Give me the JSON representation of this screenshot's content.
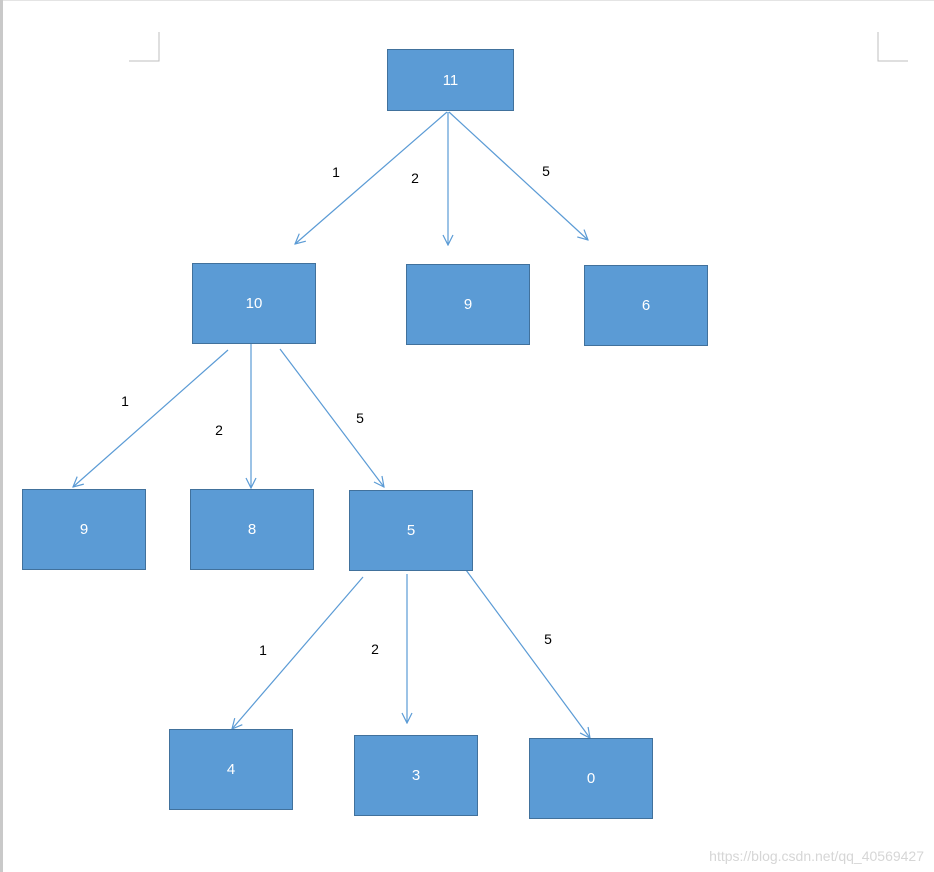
{
  "nodes": {
    "root": "11",
    "n10": "10",
    "n9a": "9",
    "n6": "6",
    "n9b": "9",
    "n8": "8",
    "n5": "5",
    "n4": "4",
    "n3": "3",
    "n0": "0"
  },
  "edge_labels": {
    "root_to_10": "1",
    "root_to_9": "2",
    "root_to_6": "5",
    "n10_to_9": "1",
    "n10_to_8": "2",
    "n10_to_5": "5",
    "n5_to_4": "1",
    "n5_to_3": "2",
    "n5_to_0": "5"
  },
  "colors": {
    "node_fill": "#5b9bd5",
    "node_border": "#41719c",
    "edge": "#5b9bd5"
  },
  "watermark": "https://blog.csdn.net/qq_40569427"
}
